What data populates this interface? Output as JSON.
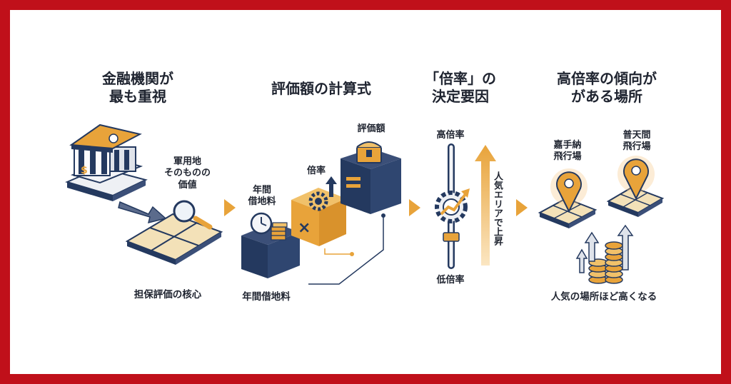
{
  "sections": [
    {
      "title": [
        "金融機関が",
        "最も重視"
      ],
      "labels": {
        "land": [
          "軍用地",
          "そのものの",
          "価値"
        ],
        "bottom": "担保評価の核心"
      }
    },
    {
      "title": [
        "評価額の計算式"
      ],
      "labels": {
        "rent_top": [
          "年間",
          "借地料"
        ],
        "ratio": "倍率",
        "value": "評価額",
        "bottom": "年間借地料"
      }
    },
    {
      "title": [
        "「倍率」の",
        "決定要因"
      ],
      "labels": {
        "high": "高倍率",
        "low": "低倍率",
        "vertical": "人気エリアで上昇"
      }
    },
    {
      "title": [
        "高倍率の傾向が",
        "がある場所"
      ],
      "labels": {
        "place1": [
          "嘉手納",
          "飛行場"
        ],
        "place2": [
          "普天間",
          "飛行場"
        ],
        "bottom": "人気の場所ほど高くなる"
      }
    }
  ],
  "colors": {
    "frame": "#c0101a",
    "navy": "#24395f",
    "gold": "#e8a33a",
    "text": "#1f2430"
  },
  "icons": [
    "bank-icon",
    "arrow-icon",
    "magnifier-icon",
    "land-grid-icon",
    "clock-icon",
    "cash-icon",
    "gear-icon",
    "treasure-chest-icon",
    "slider-icon",
    "up-arrow-icon",
    "map-pin-icon",
    "coin-stack-icon",
    "chevron-right-icon"
  ]
}
